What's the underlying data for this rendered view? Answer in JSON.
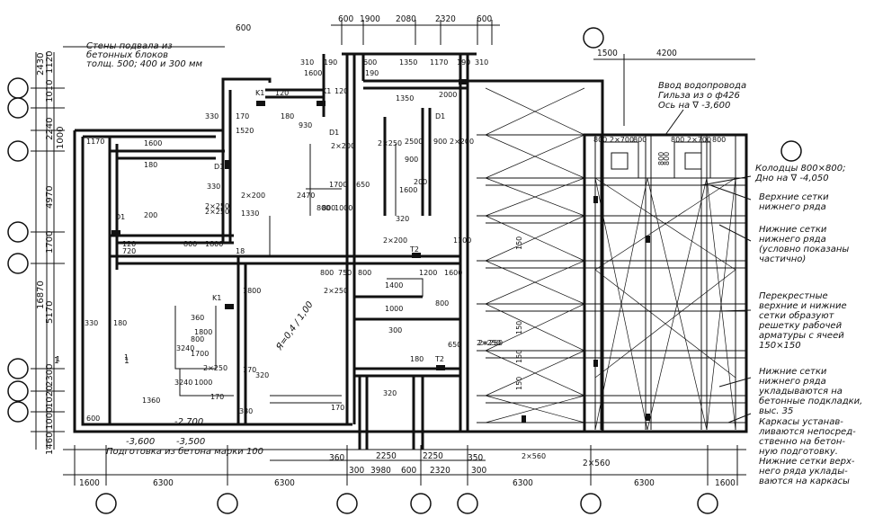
{
  "top_dims": [
    "600",
    "1900",
    "2080",
    "2320",
    "600"
  ],
  "top_dim_600_small": "600",
  "top_right_dims": [
    "1500",
    "4200"
  ],
  "left_dims": [
    "2430",
    "1120",
    "1010",
    "2240",
    "1000",
    "4970",
    "1700",
    "16870",
    "5170",
    "2300",
    "1020",
    "1000",
    "1460"
  ],
  "bottom_dims_main": [
    "1600",
    "6300",
    "6300",
    "6300",
    "6300",
    "1600"
  ],
  "bottom_dims_sub": [
    "300",
    "3980",
    "600",
    "2320",
    "300"
  ],
  "bottom_dims_mid": [
    "360",
    "2250",
    "2250",
    "350"
  ],
  "bottom_dim_2x560": "2×560",
  "interior_labels": [
    "310",
    "190",
    "600",
    "1350",
    "1170",
    "190",
    "310",
    "1600",
    "190",
    "K1",
    "120",
    "K1",
    "120",
    "330",
    "170",
    "1520",
    "180",
    "930",
    "2×200",
    "1350",
    "900",
    "2×200",
    "2000",
    "D1",
    "2×250",
    "D1",
    "2500",
    "900",
    "1170",
    "200",
    "1600",
    "180",
    "2×250",
    "D1",
    "2×200",
    "1700",
    "650",
    "800",
    "1330",
    "1600",
    "320",
    "330",
    "200",
    "2470",
    "2×250",
    "800",
    "1000",
    "120",
    "800",
    "1800",
    "D1",
    "720",
    "2×200",
    "T2",
    "1100",
    "18",
    "2×250",
    "800",
    "750",
    "800",
    "1200",
    "1600",
    "K1",
    "330",
    "180",
    "1400",
    "1800",
    "800",
    "360",
    "300",
    "3240",
    "1000",
    "800",
    "1700",
    "2×250",
    "170",
    "T2",
    "650",
    "3240",
    "1000",
    "320",
    "180",
    "320",
    "170",
    "600",
    "1360",
    "170",
    "2×250",
    "330",
    "1",
    "1",
    "1800",
    "2×560"
  ],
  "room_labels": [
    "1",
    "1"
  ],
  "level_marks": [
    "-3,600",
    "-3,500",
    "-2,700"
  ],
  "slope_label": "Я=0,4 / 1,00",
  "note_walls": [
    "Стены подвала из",
    "бетонных блоков",
    "толщ. 500; 400 и 300 мм"
  ],
  "note_water": [
    "Ввод водопровода",
    "Гильза из о ф426",
    "Ось на ∇ -3,600"
  ],
  "note_wells": [
    "Колодцы 800×800;",
    "Дно на ∇ -4,050"
  ],
  "note_upper_mesh": [
    "Верхние сетки",
    "нижнего ряда"
  ],
  "note_lower_mesh": [
    "Нижние сетки",
    "нижнего ряда",
    "(условно показаны",
    "частично)"
  ],
  "note_cross": [
    "Перекрестные",
    "верхние и нижние",
    "сетки образуют",
    "решетку рабочей",
    "арматуры с ячеей",
    "150×150"
  ],
  "note_lower_rows": [
    "Нижние сетки",
    "нижнего ряда",
    "укладываются на",
    "бетонные подкладки,",
    "выс. 35"
  ],
  "note_frames": [
    "Каркасы устанав-",
    "ливаются непосред-",
    "ственно на бетон-",
    "ную подготовку.",
    "Нижние сетки верх-",
    "него ряда уклады-",
    "ваются на каркасы"
  ],
  "note_bottom": "Подготовка из бетона марки 100",
  "well_dims": [
    "800",
    "2×700",
    "800",
    "800",
    "2×700",
    "800",
    "800",
    "800"
  ],
  "mesh_dims": [
    "150",
    "150",
    "150",
    "150",
    "2×250"
  ]
}
